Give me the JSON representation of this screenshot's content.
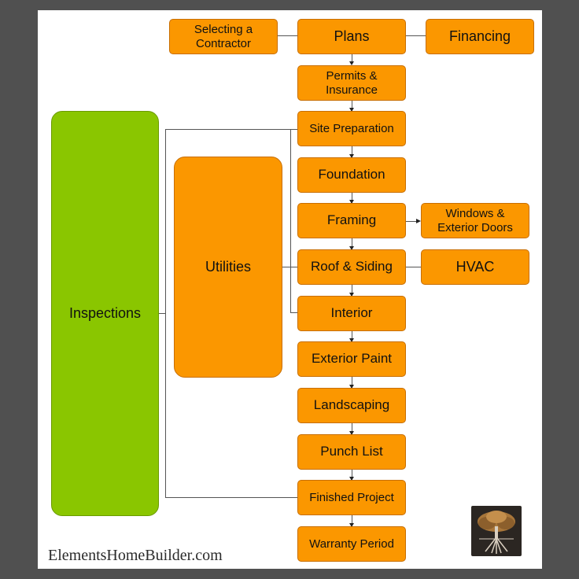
{
  "diagram": {
    "nodes": {
      "selecting_contractor": "Selecting a\nContractor",
      "plans": "Plans",
      "financing": "Financing",
      "permits": "Permits &\nInsurance",
      "site_prep": "Site Preparation",
      "foundation": "Foundation",
      "framing": "Framing",
      "windows": "Windows &\nExterior Doors",
      "roof": "Roof & Siding",
      "hvac": "HVAC",
      "interior": "Interior",
      "exterior_paint": "Exterior Paint",
      "landscaping": "Landscaping",
      "punch_list": "Punch List",
      "finished": "Finished Project",
      "warranty": "Warranty Period",
      "utilities": "Utilities",
      "inspections": "Inspections"
    },
    "edges": [
      [
        "selecting_contractor",
        "plans"
      ],
      [
        "plans",
        "financing"
      ],
      [
        "plans",
        "permits"
      ],
      [
        "permits",
        "site_prep"
      ],
      [
        "site_prep",
        "foundation"
      ],
      [
        "foundation",
        "framing"
      ],
      [
        "framing",
        "windows"
      ],
      [
        "framing",
        "roof"
      ],
      [
        "roof",
        "hvac"
      ],
      [
        "roof",
        "interior"
      ],
      [
        "interior",
        "exterior_paint"
      ],
      [
        "exterior_paint",
        "landscaping"
      ],
      [
        "landscaping",
        "punch_list"
      ],
      [
        "punch_list",
        "finished"
      ],
      [
        "finished",
        "warranty"
      ],
      [
        "utilities",
        "site_prep"
      ],
      [
        "utilities",
        "roof"
      ],
      [
        "utilities",
        "interior"
      ],
      [
        "inspections",
        "site_prep"
      ],
      [
        "inspections",
        "finished"
      ]
    ]
  },
  "colors": {
    "step_fill": "#fb9700",
    "inspections_fill": "#8ac600",
    "background": "#505050"
  },
  "footer": {
    "website": "ElementsHomeBuilder.com",
    "logo_icon": "tree-logo-icon"
  }
}
